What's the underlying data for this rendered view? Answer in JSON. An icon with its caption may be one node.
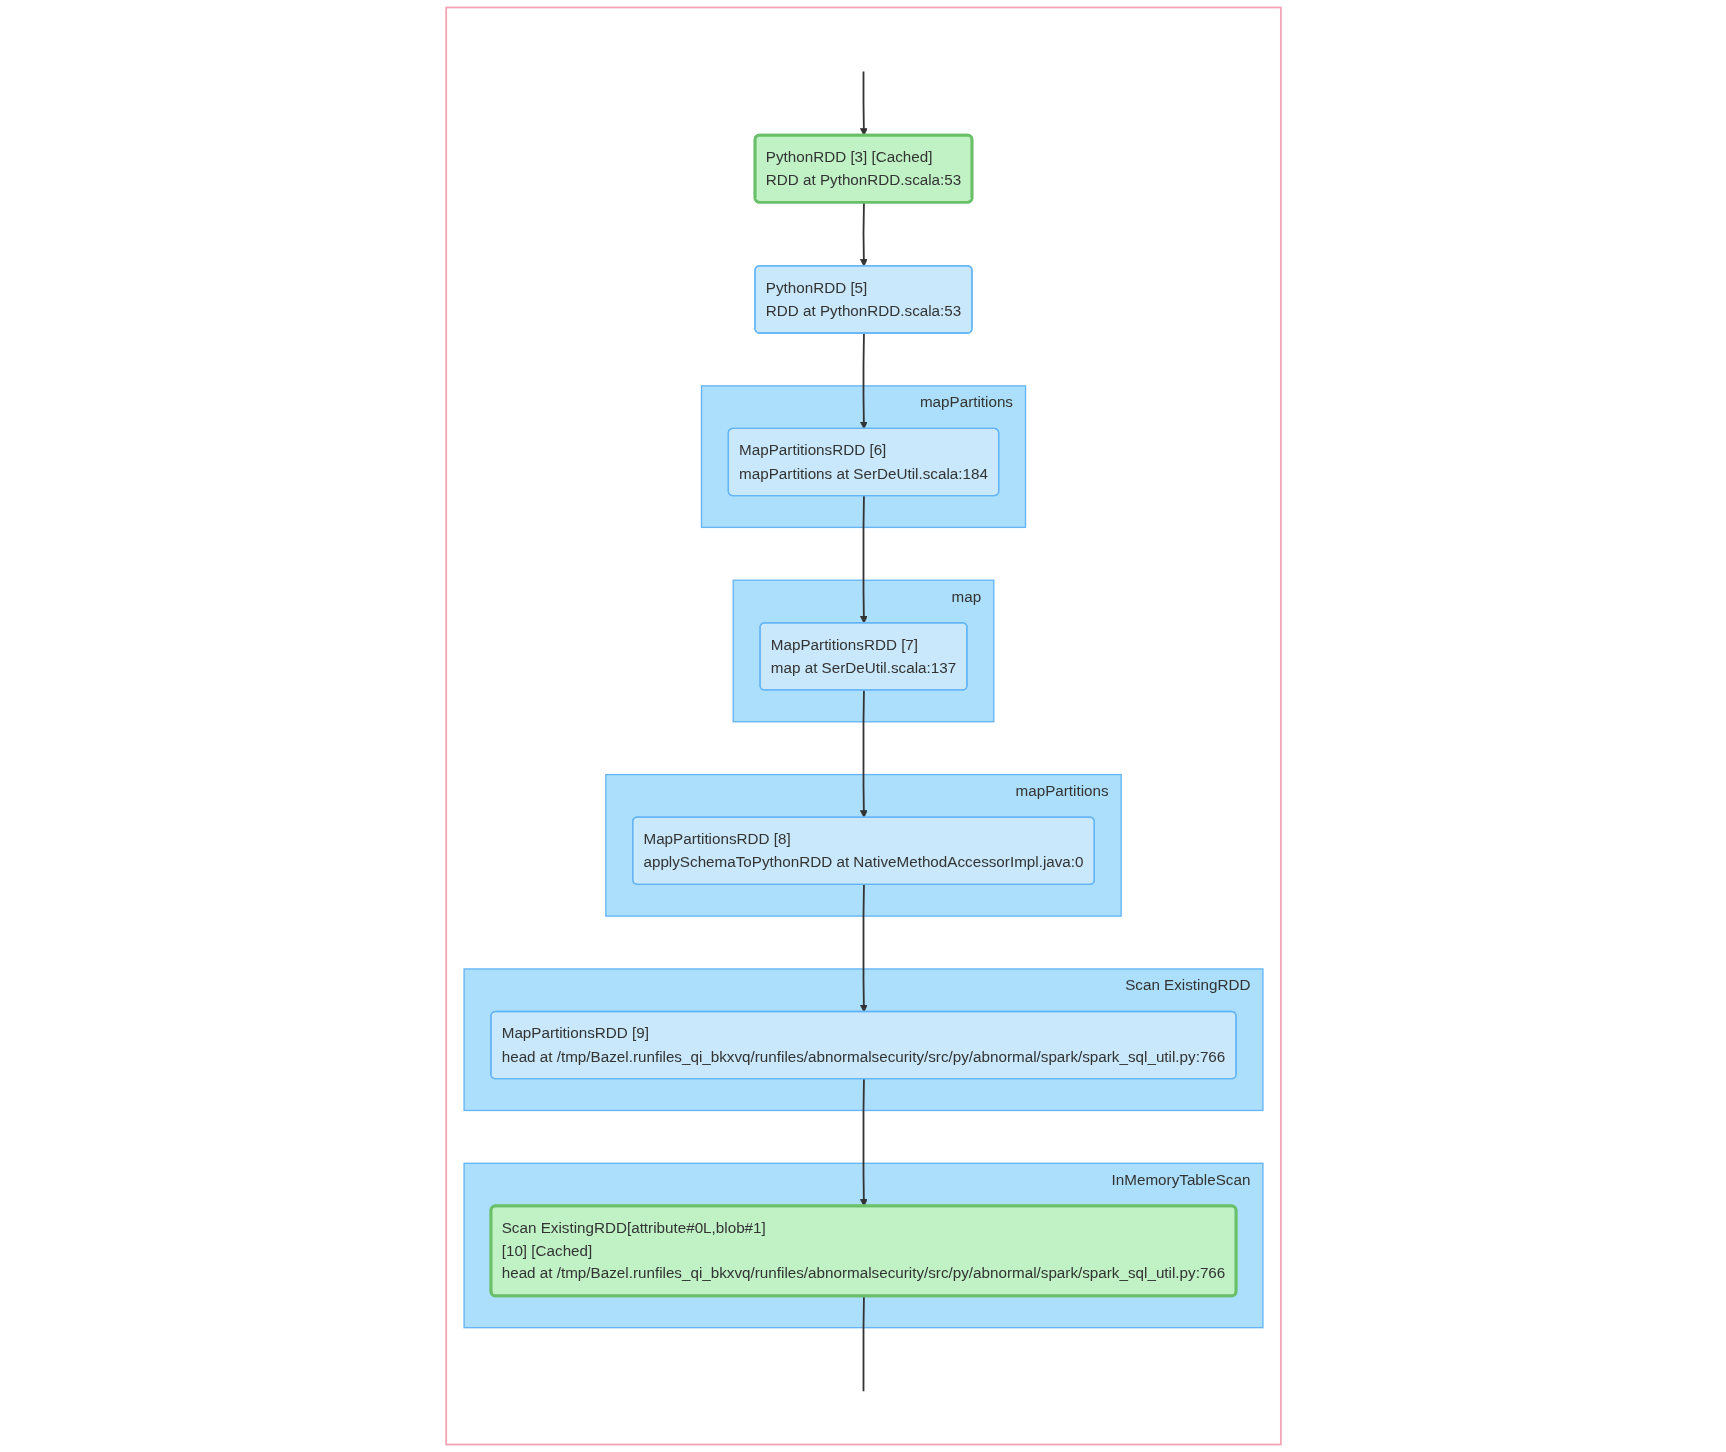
{
  "diagram": {
    "nodes": [
      {
        "text": [],
        "shape": "box"
      },
      {
        "text": [
          "PythonRDD [3] [Cached]",
          "RDD at PythonRDD.scala:53"
        ],
        "in": 0
      },
      {
        "text": [
          "PythonRDD [5]",
          "RDD at PythonRDD.scala:53"
        ],
        "in": 0
      },
      {
        "text": [
          "mapPartitions"
        ],
        "in": 0
      },
      {
        "text": [
          "MapPartitionsRDD [6]",
          "mapPartitions at SerDeUtil.scala:184"
        ],
        "in": 3
      },
      {
        "text": [
          "map"
        ],
        "in": 0
      },
      {
        "text": [
          "MapPartitionsRDD [7]",
          "map at SerDeUtil.scala:137"
        ],
        "in": 5
      },
      {
        "text": [
          "mapPartitions"
        ],
        "in": 0
      },
      {
        "text": [
          "MapPartitionsRDD [8]",
          "applySchemaToPythonRDD at NativeMethodAccessorImpl.java:0"
        ],
        "in": 7
      },
      {
        "text": [
          "Scan ExistingRDD"
        ],
        "in": 0
      },
      {
        "text": [
          "MapPartitionsRDD [9]",
          "head at /tmp/Bazel.runfiles_qi_bkxvq/runfiles/abnormalsecurity/src/py/abnormal/spark/spark_sql_util.py:766"
        ],
        "in": 9
      },
      {
        "text": [
          "InMemoryTableScan"
        ],
        "in": 0
      },
      {
        "text": [
          "Scan ExistingRDD[attribute#0L,blob#1]",
          "[10] [Cached]",
          "head at /tmp/Bazel.runfiles_qi_bkxvq/runfiles/abnormalsecurity/src/py/abnormal/spark/spark_sql_util.py:766"
        ],
        "in": 11
      }
    ],
    "edges": [
      {
        "from": null,
        "to": 1,
        "arrow": "to"
      },
      {
        "from": 1,
        "to": 2,
        "arrow": "to"
      },
      {
        "from": 2,
        "to": 4,
        "arrow": "to"
      },
      {
        "from": 4,
        "to": 6,
        "arrow": "to"
      },
      {
        "from": 6,
        "to": 8,
        "arrow": "to"
      },
      {
        "from": 8,
        "to": 10,
        "arrow": "to"
      },
      {
        "from": 10,
        "to": 12,
        "arrow": "to"
      },
      {
        "from": 12,
        "to": null,
        "arrow": "none"
      }
    ]
  }
}
